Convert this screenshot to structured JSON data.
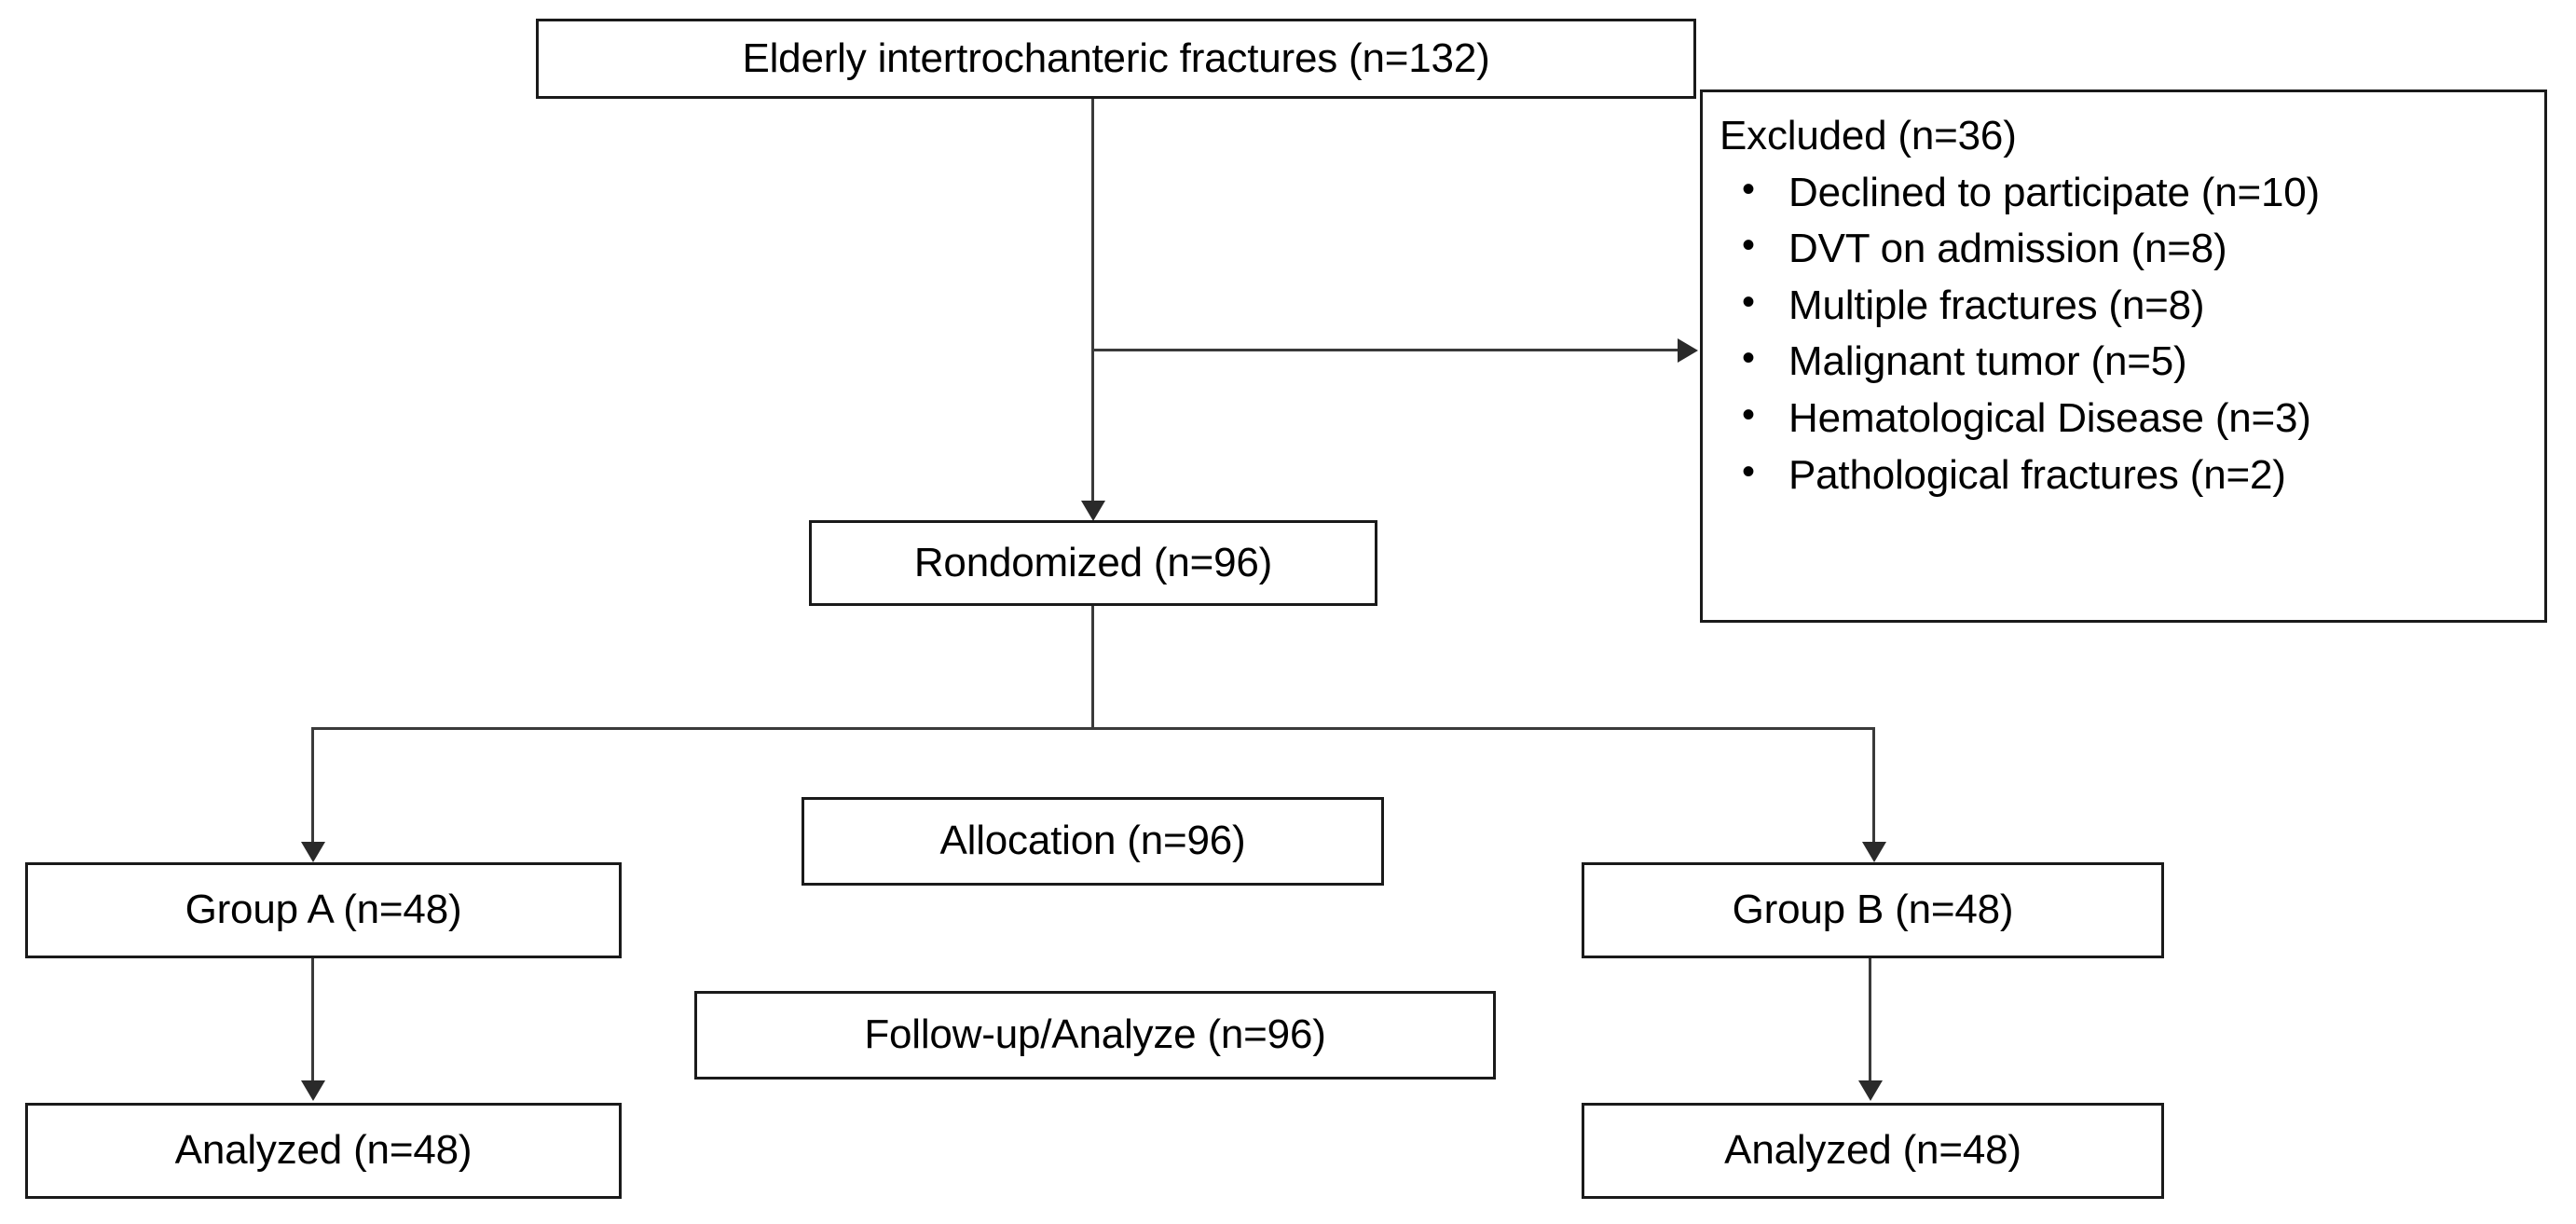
{
  "diagram": {
    "type": "consort-flow-diagram",
    "nodes": {
      "enrollment": {
        "label": "Elderly intertrochanteric fractures (n=132)",
        "n": 132
      },
      "excluded": {
        "title": "Excluded (n=36)",
        "n": 36,
        "reasons": [
          {
            "label": "Declined to participate (n=10)",
            "n": 10
          },
          {
            "label": "DVT on admission (n=8)",
            "n": 8
          },
          {
            "label": "Multiple fractures (n=8)",
            "n": 8
          },
          {
            "label": "Malignant tumor (n=5)",
            "n": 5
          },
          {
            "label": "Hematological Disease (n=3)",
            "n": 3
          },
          {
            "label": "Pathological fractures (n=2)",
            "n": 2
          }
        ]
      },
      "randomized": {
        "label": "Rondomized (n=96)",
        "n": 96
      },
      "allocation_stage": {
        "label": "Allocation (n=96)",
        "n": 96
      },
      "followup_stage": {
        "label": "Follow-up/Analyze (n=96)",
        "n": 96
      },
      "group_a": {
        "label": "Group A (n=48)",
        "n": 48
      },
      "group_b": {
        "label": "Group B (n=48)",
        "n": 48
      },
      "analyzed_a": {
        "label": "Analyzed (n=48)",
        "n": 48
      },
      "analyzed_b": {
        "label": "Analyzed (n=48)",
        "n": 48
      }
    },
    "bullet_glyph": "•",
    "colors": {
      "box_border": "#1a1a1a",
      "connector": "#3a3a3a",
      "text": "#000000",
      "background": "#ffffff"
    }
  }
}
